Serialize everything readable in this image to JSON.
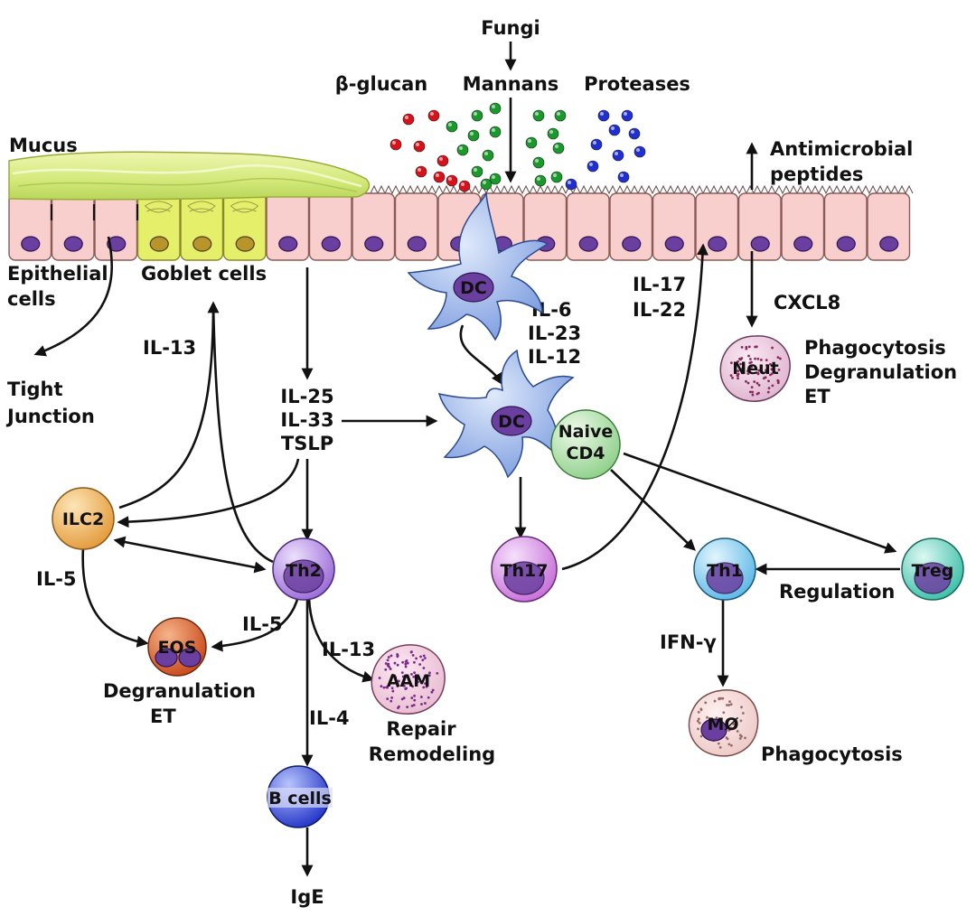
{
  "labels": {
    "fungi": "Fungi",
    "beta_glucan": "β-glucan",
    "mannans": "Mannans",
    "proteases": "Proteases",
    "mucus": "Mucus",
    "antimicrobial_1": "Antimicrobial",
    "antimicrobial_2": "peptides",
    "epithelial_1": "Epithelial",
    "epithelial_2": "cells",
    "goblet": "Goblet cells",
    "tight_1": "Tight",
    "tight_2": "Junction",
    "il13_top": "IL-13",
    "il25": "IL-25",
    "il33": "IL-33",
    "tslp": "TSLP",
    "il6": "IL-6",
    "il23": "IL-23",
    "il12": "IL-12",
    "il17": "IL-17",
    "il22": "IL-22",
    "cxcl8": "CXCL8",
    "neut_out_1": "Phagocytosis",
    "neut_out_2": "Degranulation",
    "neut_out_3": "ET",
    "il5_left": "IL-5",
    "il5_th2": "IL-5",
    "il13_aam": "IL-13",
    "il4": "IL-4",
    "eos_out_1": "Degranulation",
    "eos_out_2": "ET",
    "aam_out_1": "Repair",
    "aam_out_2": "Remodeling",
    "ige": "IgE",
    "regulation": "Regulation",
    "ifn": "IFN-γ",
    "mac_out": "Phagocytosis"
  },
  "cells": {
    "dc1": "DC",
    "dc2": "DC",
    "naive_1": "Naive",
    "naive_2": "CD4",
    "neut": "Neut",
    "ilc2": "ILC2",
    "th2": "Th2",
    "th17": "Th17",
    "th1": "Th1",
    "treg": "Treg",
    "eos": "EOS",
    "aam": "AAM",
    "bcells": "B cells",
    "mac": "MØ"
  },
  "colors": {
    "beta_glucan_dots": "#d8121b",
    "mannan_dots": "#1a9a2a",
    "protease_dots": "#1f2fd0",
    "epithelium": "#f8cfcc",
    "goblet": "#e6ef6a",
    "mucus": "#d9ec8a",
    "dc": "#a9c3f0",
    "ilc2": "#f0b25a",
    "th2": "#b58de8",
    "th17": "#d08ae0",
    "th1": "#8fd0f2",
    "treg": "#6fd8c4",
    "naive": "#b8e6b0",
    "eos": "#d8612a",
    "bcells": "#3a4fd8",
    "neut": "#e8c8dc"
  }
}
